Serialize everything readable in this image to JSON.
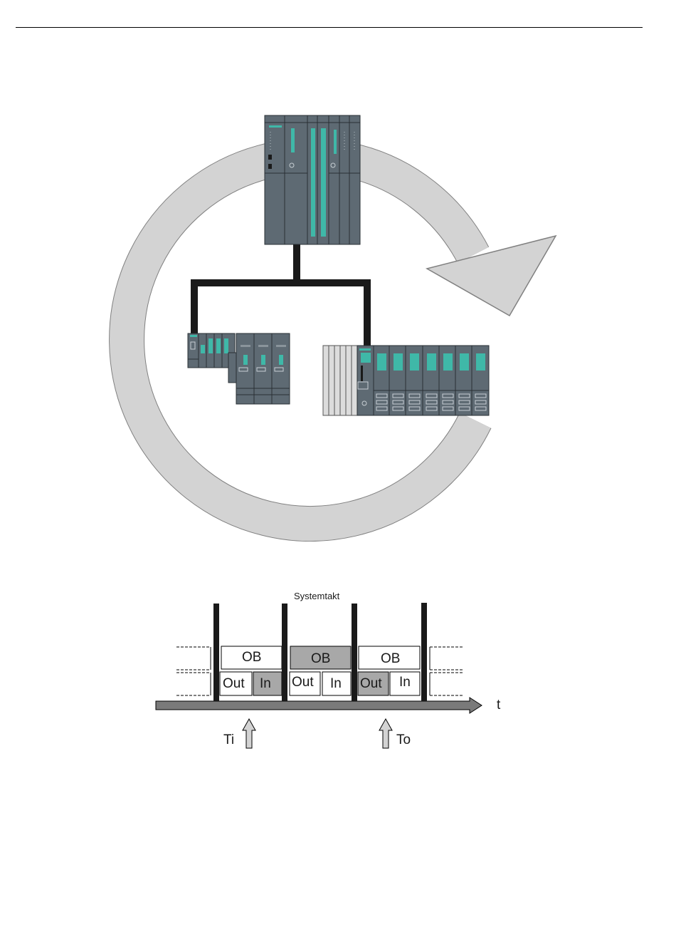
{
  "timing": {
    "system_clock_label": "Systemtakt",
    "axis_label": "t",
    "ob_label": "OB",
    "out_label": "Out",
    "in_label": "In",
    "ti_label": "Ti",
    "to_label": "To"
  },
  "colors": {
    "cycle_arrow_fill": "#d3d3d3",
    "cycle_arrow_stroke": "#808080",
    "module_body": "#5e6a73",
    "module_led": "#3fb8a8",
    "bus_line": "#1a1a1a",
    "highlight_gray": "#a8a8a8",
    "time_axis": "#7a7a7a"
  }
}
